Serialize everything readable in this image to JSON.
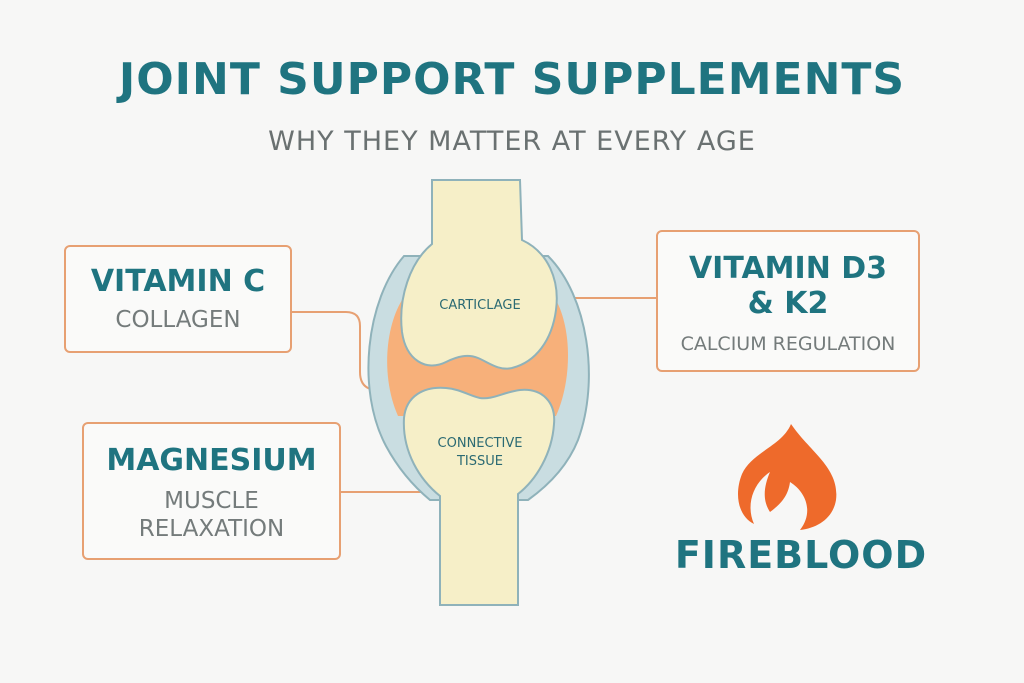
{
  "header": {
    "title": "JOINT SUPPORT SUPPLEMENTS",
    "subtitle": "WHY THEY MATTER AT EVERY AGE"
  },
  "joint": {
    "upper_label": "CARTICLAGE",
    "lower_label_line1": "CONNECTIVE",
    "lower_label_line2": "TISSUE"
  },
  "callouts": {
    "vitamin_c": {
      "title": "VITAMIN C",
      "sub": "COLLAGEN"
    },
    "magnesium": {
      "title": "MAGNESIUM",
      "sub_line1": "MUSCLE",
      "sub_line2": "RELAXATION"
    },
    "vitamin_d3": {
      "title_line1": "VITAMIN D3",
      "title_line2": "& K2",
      "sub": "CALCIUM REGULATION"
    }
  },
  "brand": {
    "name": "FIREBLOOD",
    "icon": "flame-icon"
  },
  "colors": {
    "teal": "#1f7480",
    "gray_text": "#747b7b",
    "orange_border": "#e7a072",
    "flame": "#ee6a2b",
    "bone": "#f6efc8",
    "cartilage": "#f7b07a",
    "capsule": "#bdd3d8"
  }
}
